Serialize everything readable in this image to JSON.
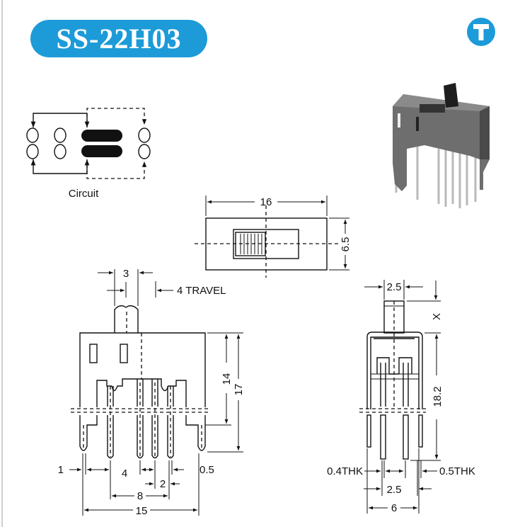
{
  "title": "SS-22H03",
  "logo": {
    "letter": "T",
    "color": "#1c9bd8"
  },
  "circuit": {
    "label": "Circuit"
  },
  "top_view": {
    "width_dim": "16",
    "height_dim": "6.5"
  },
  "front_view": {
    "actuator_width": "3",
    "travel": "4 TRAVEL",
    "body_height": "14",
    "total_height": "17",
    "lead_width": "1",
    "pitch_4": "4",
    "pin_thk": "0.5",
    "pitch_2": "2",
    "pitch_8": "8",
    "overall_width": "15"
  },
  "side_view": {
    "actuator_width": "2.5",
    "actuator_height": "X",
    "height": "18.2",
    "thk_left": "0.4THK",
    "thk_right": "0.5THK",
    "pitch": "2.5",
    "width": "6"
  }
}
